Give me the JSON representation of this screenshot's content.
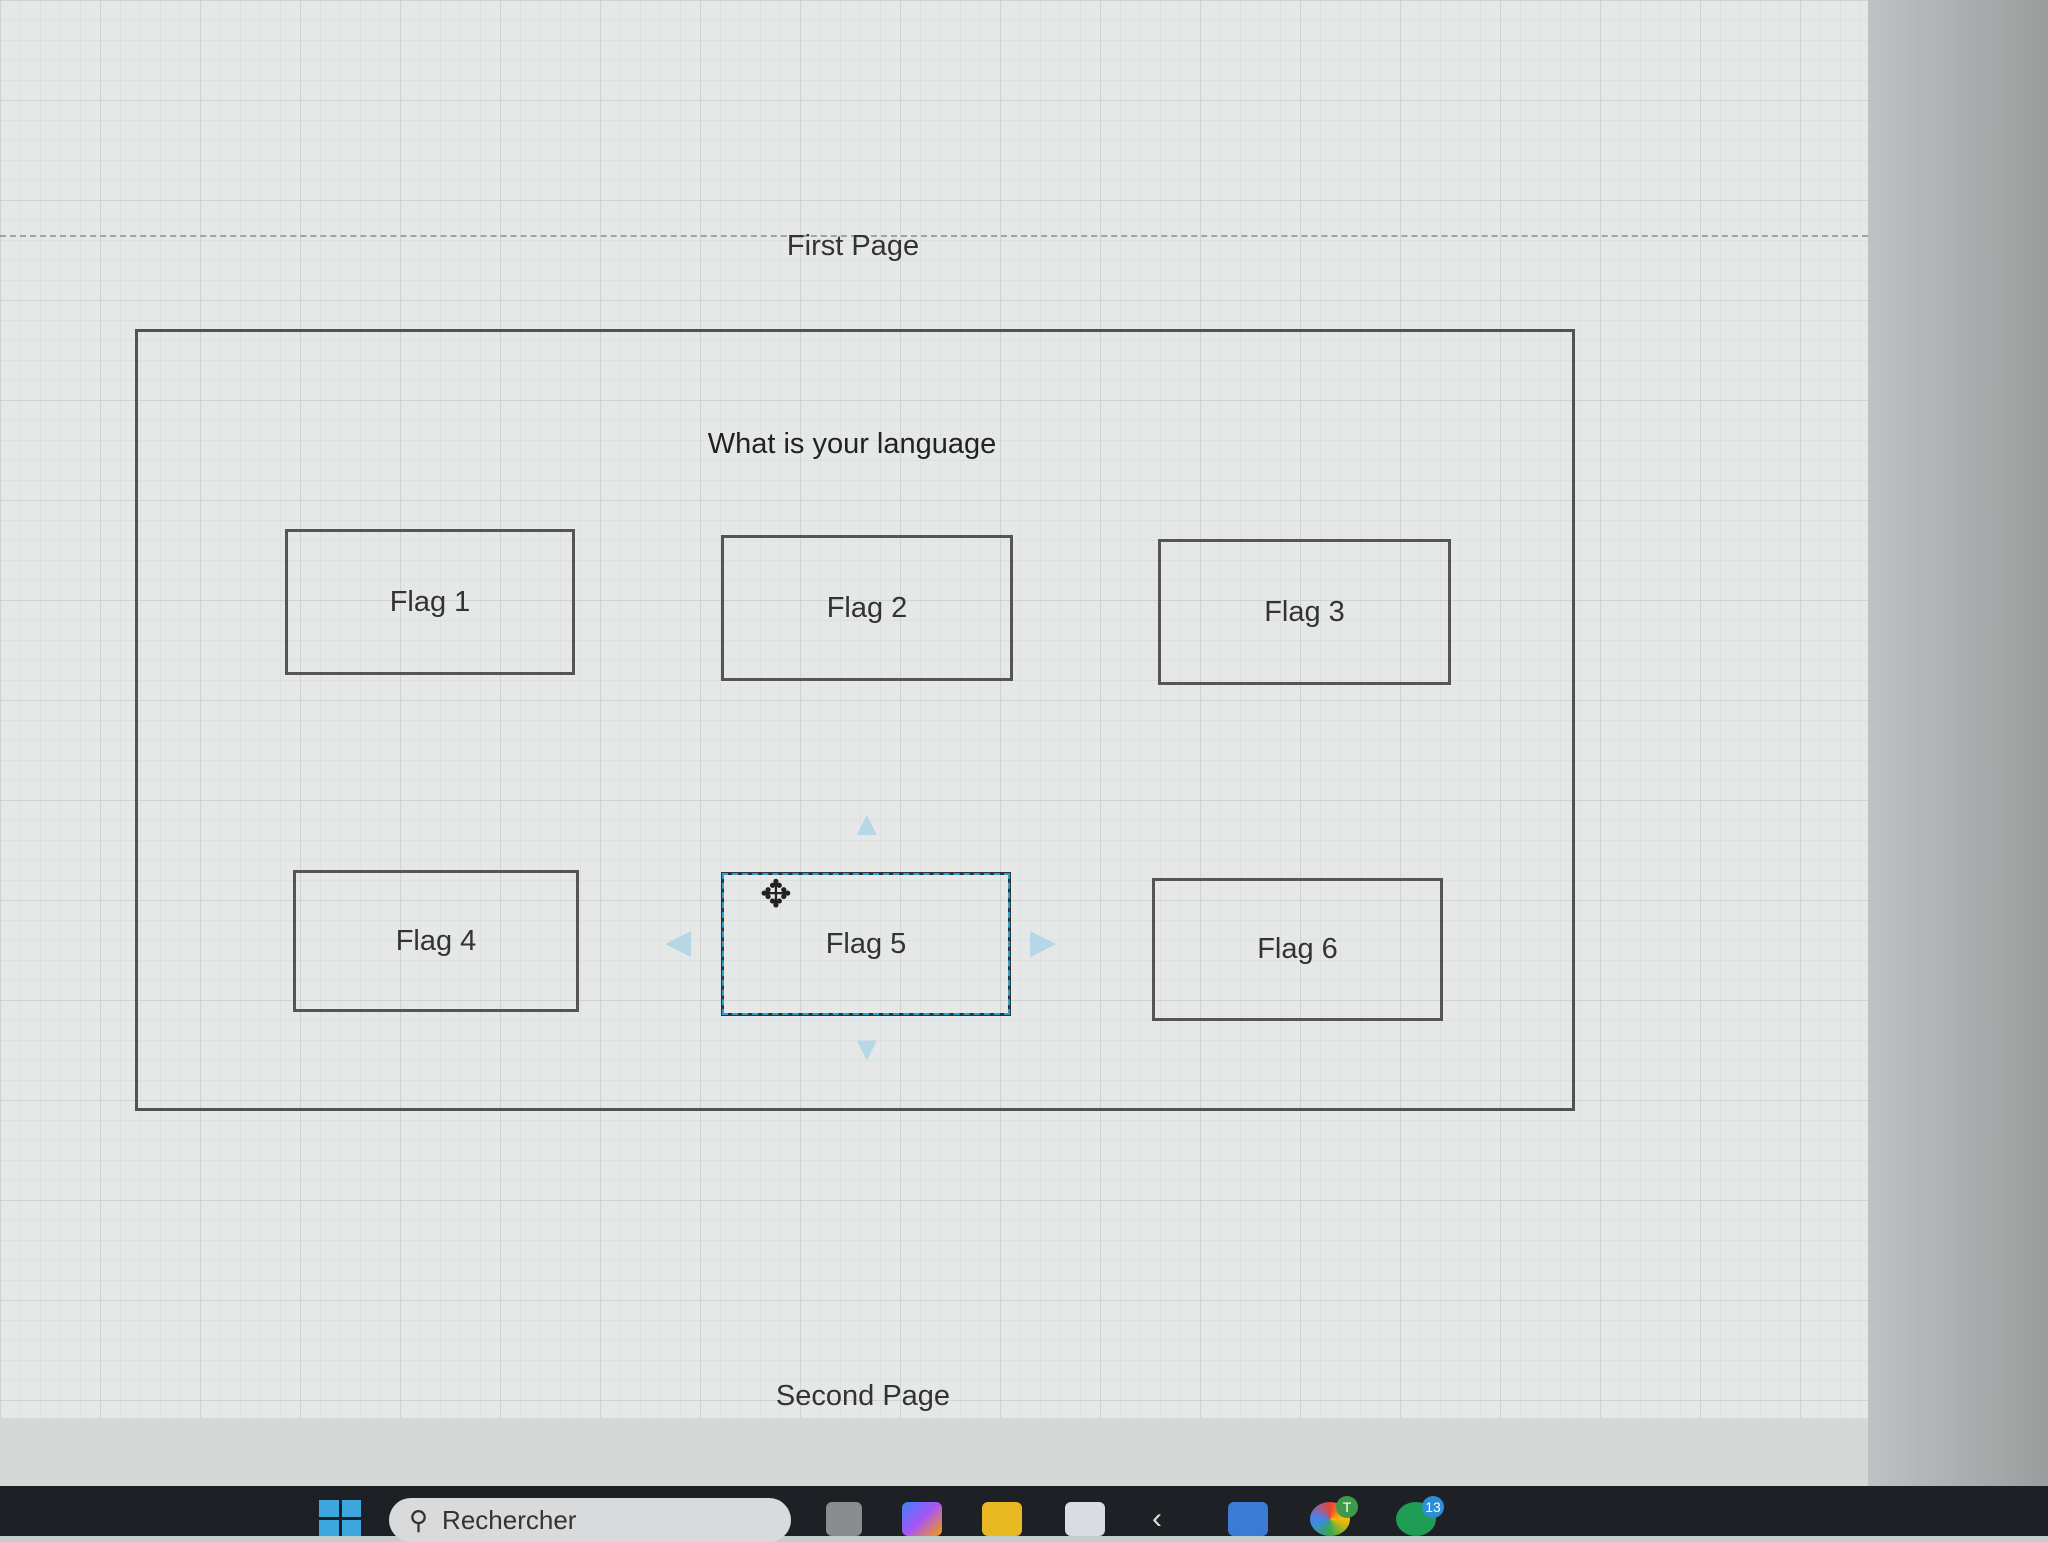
{
  "diagram": {
    "first_page_label": "First Page",
    "second_page_label": "Second Page",
    "question": "What is your language",
    "flags": [
      "Flag 1",
      "Flag 2",
      "Flag 3",
      "Flag 4",
      "Flag 5",
      "Flag 6"
    ],
    "selected_flag": "Flag 5"
  },
  "taskbar": {
    "search_placeholder": "Rechercher",
    "notification_badge": "13",
    "chrome_profile_initial": "T"
  },
  "colors": {
    "selection": "#29a3d6",
    "taskbar": "#1d2126"
  }
}
